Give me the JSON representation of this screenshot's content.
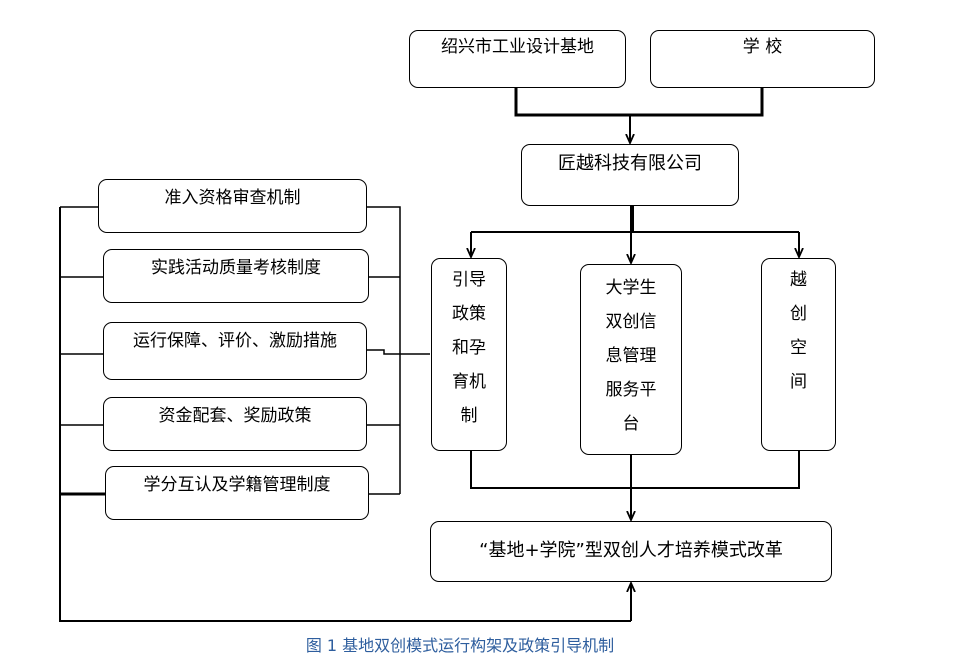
{
  "diagram": {
    "nodes": {
      "base": "绍兴市工业设计基地",
      "school": "学 校",
      "company": "匠越科技有限公司",
      "policy_mechanism": "引导政策和孕育机制",
      "platform": "大学生双创信息管理服务平台",
      "space": "越创空间",
      "reform": "“基地+学院”型双创人才培养模式改革"
    },
    "policies": [
      "准入资格审查机制",
      "实践活动质量考核制度",
      "运行保障、评价、激励措施",
      "资金配套、奖励政策",
      "学分互认及学籍管理制度"
    ]
  },
  "caption": "图 1 基地双创模式运行构架及政策引导机制",
  "colors": {
    "line": "#000000",
    "caption": "#2e5e9e"
  }
}
